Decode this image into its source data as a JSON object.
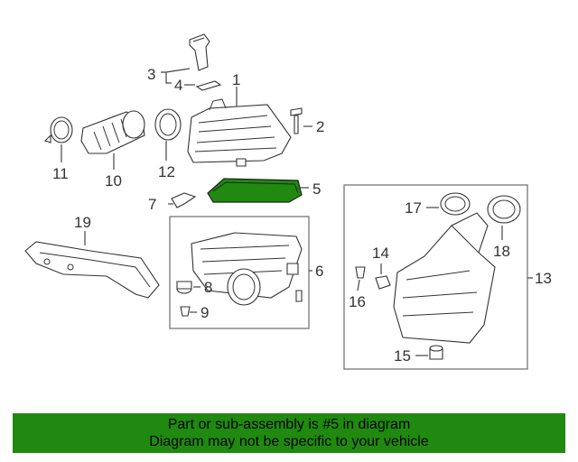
{
  "labels": {
    "p1": "1",
    "p2": "2",
    "p3": "3",
    "p4": "4",
    "p5": "5",
    "p6": "6",
    "p7": "7",
    "p8": "8",
    "p9": "9",
    "p10": "10",
    "p11": "11",
    "p12": "12",
    "p13": "13",
    "p14": "14",
    "p15": "15",
    "p16": "16",
    "p17": "17",
    "p18": "18",
    "p19": "19"
  },
  "highlight_color": "#1f8a0f",
  "banner": {
    "line1": "Part or sub-assembly is #5 in diagram",
    "line2": "Diagram may not be specific to your vehicle"
  }
}
